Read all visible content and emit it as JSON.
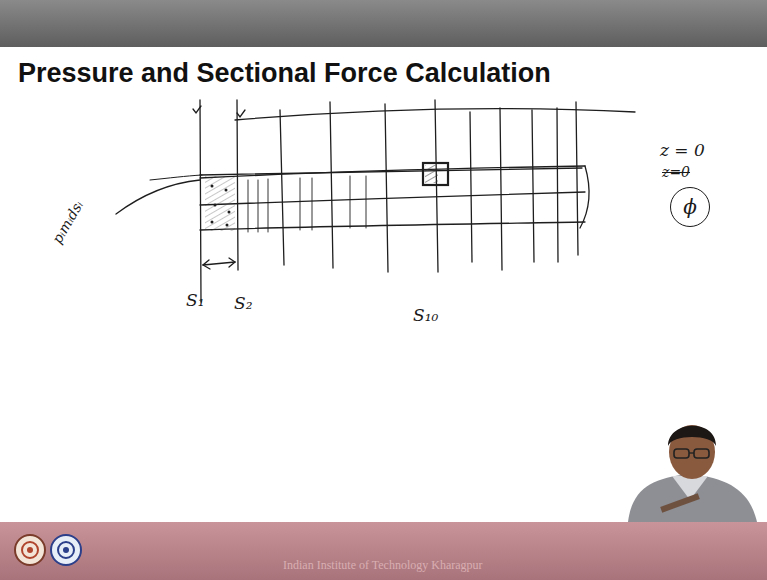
{
  "diagram": {
    "title": "Pressure and Sectional Force Calculation",
    "nodes": [
      {
        "text": [
          "ϕ"
        ]
      }
    ],
    "labels": [
      "z = 0",
      "z=0",
      "S₁",
      "S₂",
      "S₁₀",
      "pᵢmᵢdsᵢ",
      "Indian Institute of Technology Kharagpur"
    ]
  }
}
